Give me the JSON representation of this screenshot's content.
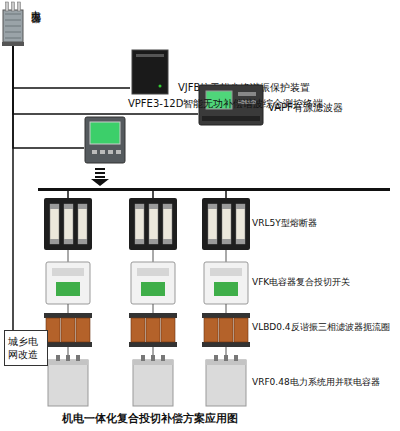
{
  "diagram": {
    "caption": "机电一体化复合投切补偿方案应用图",
    "nodes": [
      {
        "text": [
          "电力变压器"
        ]
      },
      {
        "text": [
          "VJFB抗干扰尖峰谐振保护装置"
        ]
      },
      {
        "text": [
          "VAPF有源滤波器"
        ]
      },
      {
        "text": [
          "VPFE3-12D智能无功补偿谐波综合测控终端"
        ]
      },
      {
        "text": [
          "城乡电网改造"
        ]
      }
    ],
    "edges": [
      {
        "from": 0,
        "to": 1,
        "arrow": "none"
      },
      {
        "from": 0,
        "to": 2,
        "arrow": "none"
      },
      {
        "from": 0,
        "to": 3,
        "arrow": "none"
      },
      {
        "from": 0,
        "to": 4,
        "arrow": "none"
      }
    ],
    "labels": [
      "VRL5Y型熔断器",
      "VFK电容器复合投切开关",
      "VLBD0.4反谐振三相滤波器扼流圈",
      "VRF0.48电力系统用并联电容器"
    ]
  }
}
